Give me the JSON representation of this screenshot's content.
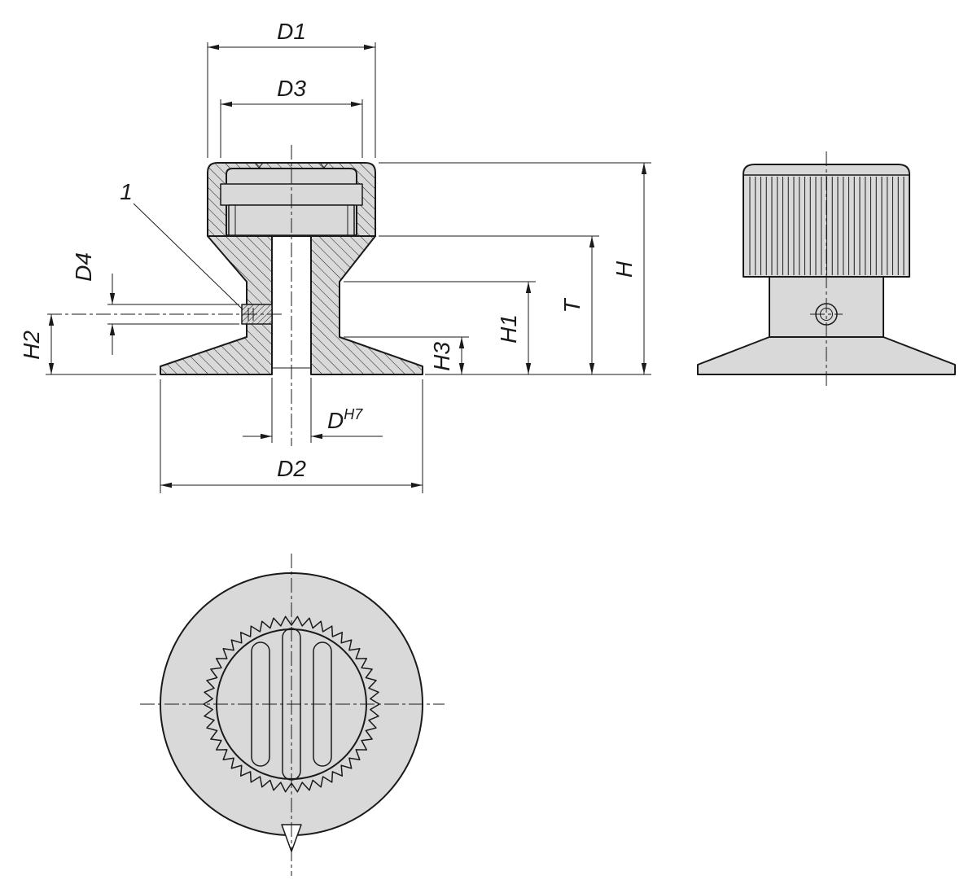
{
  "drawing": {
    "labels": {
      "d1": "D1",
      "d3": "D3",
      "callout_1": "1",
      "d4": "D4",
      "h2": "H2",
      "h3": "H3",
      "h1": "H1",
      "t": "T",
      "h": "H",
      "d2": "D2",
      "d_bore": "D",
      "d_bore_tol": "H7"
    },
    "colors": {
      "line": "#1a1a1a",
      "part_fill": "#d9d9d9",
      "background": "#ffffff"
    }
  }
}
